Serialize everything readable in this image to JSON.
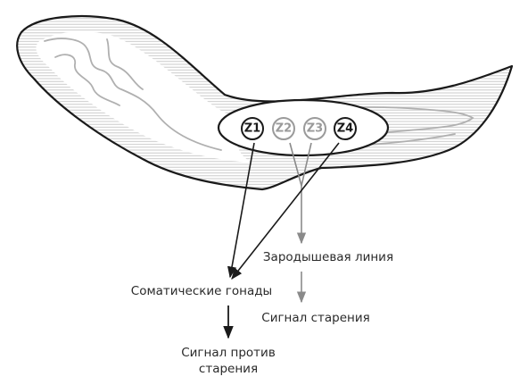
{
  "cells": [
    {
      "id": "Z1",
      "label": "Z1",
      "highlighted": true
    },
    {
      "id": "Z2",
      "label": "Z2",
      "highlighted": false
    },
    {
      "id": "Z3",
      "label": "Z3",
      "highlighted": false
    },
    {
      "id": "Z4",
      "label": "Z4",
      "highlighted": true
    }
  ],
  "labels": {
    "germline": "Зародышевая линия",
    "aging_signal": "Сигнал старения",
    "somatic_gonads": "Соматические гонады",
    "antiaging_line1": "Сигнал против",
    "antiaging_line2": "старения"
  },
  "colors": {
    "highlight": "#1a1a1a",
    "muted": "#9a9a9a",
    "body_outline": "#1a1a1a",
    "body_hatch": "#c4c4c4",
    "gut": "#b0b0b0"
  }
}
